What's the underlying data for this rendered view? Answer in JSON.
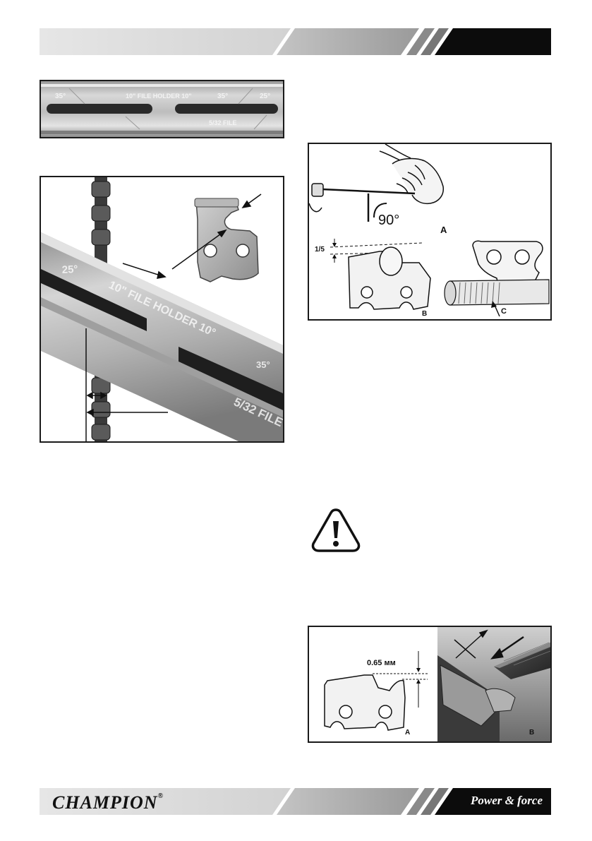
{
  "footer": {
    "brand": "CHAMPION",
    "registered": "®",
    "slogan": "Power & force"
  },
  "fig_file_holder": {
    "marks": [
      "35°",
      "10\" FILE HOLDER 10\"",
      "35°",
      "25°",
      "5/32 FILE"
    ]
  },
  "fig_file_guide": {
    "marks": [
      "25°",
      "10\" FILE HOLDER 10°",
      "35°",
      "5/32 FILE"
    ]
  },
  "fig_sharpen": {
    "angle_label": "90°",
    "ratio_label": "1/5",
    "label_a": "A",
    "label_b": "B",
    "label_c": "C"
  },
  "fig_depth": {
    "depth_label": "0.65 мм",
    "label_a": "A",
    "label_b": "B"
  },
  "icons": [
    "warning-icon"
  ]
}
